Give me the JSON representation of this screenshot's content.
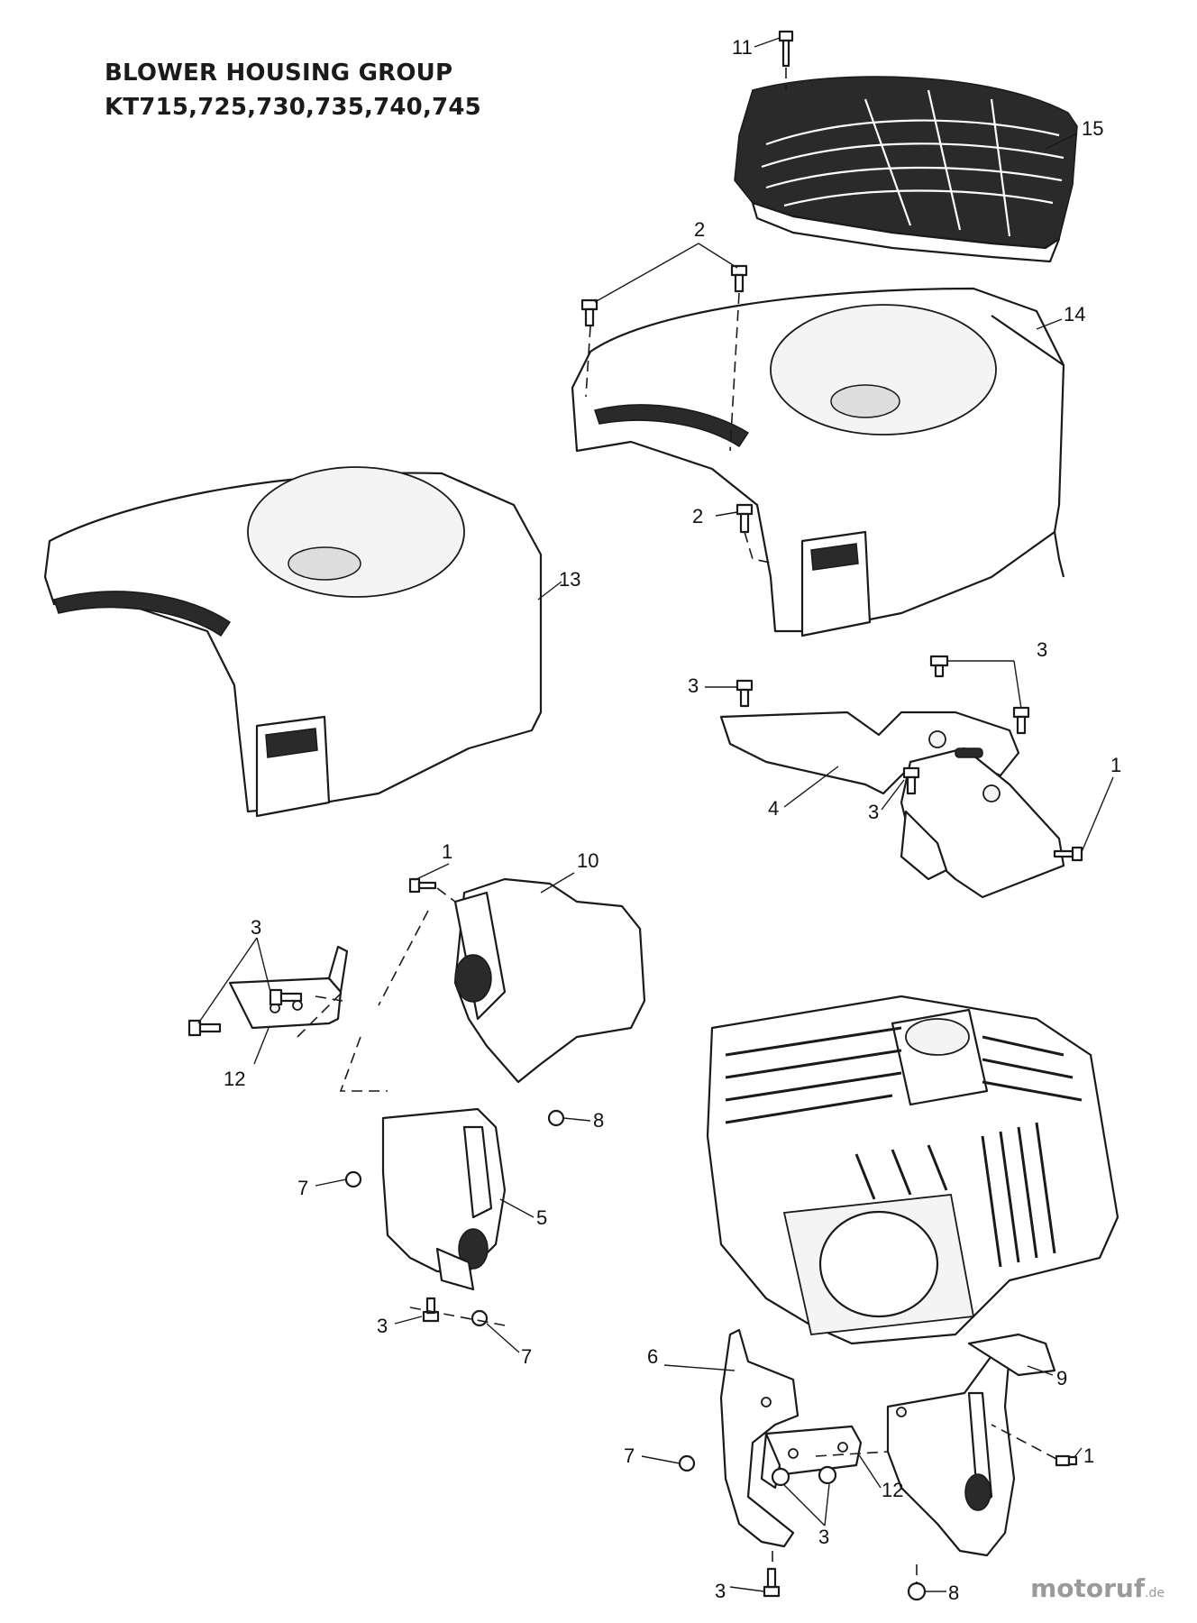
{
  "title": {
    "line1": "BLOWER HOUSING GROUP",
    "line2": "KT715,725,730,735,740,745"
  },
  "callouts": {
    "c11": "11",
    "c15": "15",
    "c2a": "2",
    "c14": "14",
    "c2b": "2",
    "c13": "13",
    "c3a": "3",
    "c3b": "3",
    "c1a": "1",
    "c4": "4",
    "c3c": "3",
    "c1b": "1",
    "c10": "10",
    "c3d": "3",
    "c12a": "12",
    "c8a": "8",
    "c7a": "7",
    "c5": "5",
    "c3e": "3",
    "c7b": "7",
    "c6": "6",
    "c9": "9",
    "c7c": "7",
    "c12b": "12",
    "c1c": "1",
    "c3f": "3",
    "c3g": "3",
    "c8b": "8"
  },
  "watermark": {
    "brand": "motoruf",
    "tld": ".de"
  }
}
